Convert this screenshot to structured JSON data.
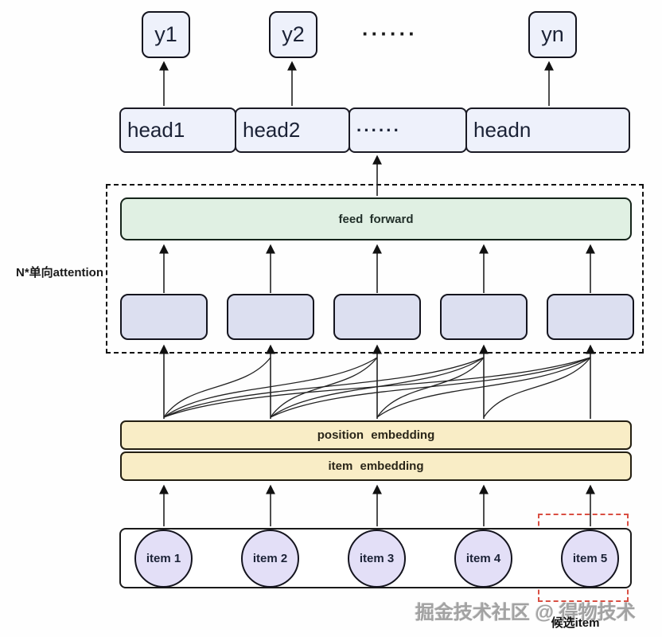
{
  "diagram": {
    "outputs": {
      "labels": [
        "y1",
        "y2",
        "yn"
      ],
      "ellipsis": "······"
    },
    "heads": {
      "labels": [
        "head1",
        "head2",
        "······",
        "headn"
      ]
    },
    "attention": {
      "block_label": "N*单向attention",
      "feed_forward_label": "feed forward"
    },
    "embeddings": {
      "position": "position embedding",
      "item": "item embedding"
    },
    "items": [
      "item 1",
      "item 2",
      "item 3",
      "item 4",
      "item 5"
    ],
    "annotations": {
      "candidate_label": "候选item",
      "watermark": "掘金技术社区 @ 得物技术"
    },
    "colors": {
      "output_box_fill": "#eef1fb",
      "feed_forward_fill": "#e0f0e3",
      "attention_box_fill": "#dcdff0",
      "embedding_fill": "#f9edc6",
      "item_circle_fill": "#e3dff7",
      "candidate_dashed": "#d94f43",
      "line": "#1a1a1a"
    }
  }
}
